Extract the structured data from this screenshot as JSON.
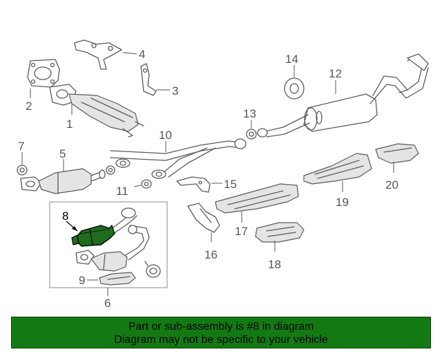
{
  "callouts": {
    "c1": "1",
    "c2": "2",
    "c3": "3",
    "c4": "4",
    "c5": "5",
    "c6": "6",
    "c7": "7",
    "c8": "8",
    "c9": "9",
    "c10": "10",
    "c11": "11",
    "c12": "12",
    "c13": "13",
    "c14": "14",
    "c15": "15",
    "c16": "16",
    "c17": "17",
    "c18": "18",
    "c19": "19",
    "c20": "20"
  },
  "banner": {
    "line1": "Part or sub-assembly is #8 in diagram",
    "line2": "Diagram may not be specific to your vehicle"
  },
  "colors": {
    "banner_bg": "#137a13",
    "highlight_part": "#1f6b1f",
    "line": "#5a5a5a"
  }
}
